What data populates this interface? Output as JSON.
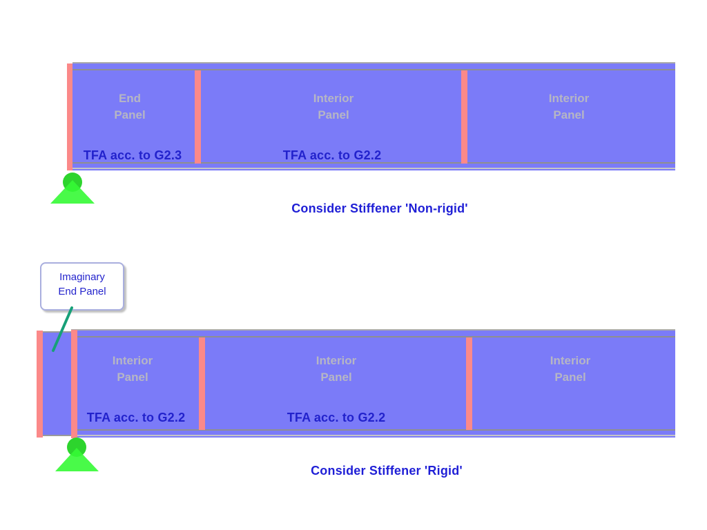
{
  "diagram_non_rigid": {
    "caption": "Consider Stiffener 'Non-rigid'",
    "panels": [
      {
        "line1": "End",
        "line2": "Panel",
        "tfa": "TFA acc. to G2.3"
      },
      {
        "line1": "Interior",
        "line2": "Panel",
        "tfa": "TFA acc. to G2.2"
      },
      {
        "line1": "Interior",
        "line2": "Panel"
      }
    ]
  },
  "diagram_rigid": {
    "caption": "Consider Stiffener 'Rigid'",
    "callout": {
      "line1": "Imaginary",
      "line2": "End Panel"
    },
    "panels": [
      {
        "line1": "Interior",
        "line2": "Panel",
        "tfa": "TFA acc. to G2.2"
      },
      {
        "line1": "Interior",
        "line2": "Panel",
        "tfa": "TFA acc. to G2.2"
      },
      {
        "line1": "Interior",
        "line2": "Panel"
      }
    ]
  },
  "colors": {
    "panel_blue": "#7b7bf8",
    "stiffener_pink": "#fb8989",
    "flange_line_gray": "#8f8f8f",
    "panel_label_gray": "#b6b6c4",
    "text_blue": "#2222cc",
    "caption_blue": "#1f1fd6",
    "callout_border": "#a9aede",
    "support_circle_green": "#2dd42d",
    "support_triangle_green": "#35fa35",
    "leader_line_teal": "#17a078"
  }
}
